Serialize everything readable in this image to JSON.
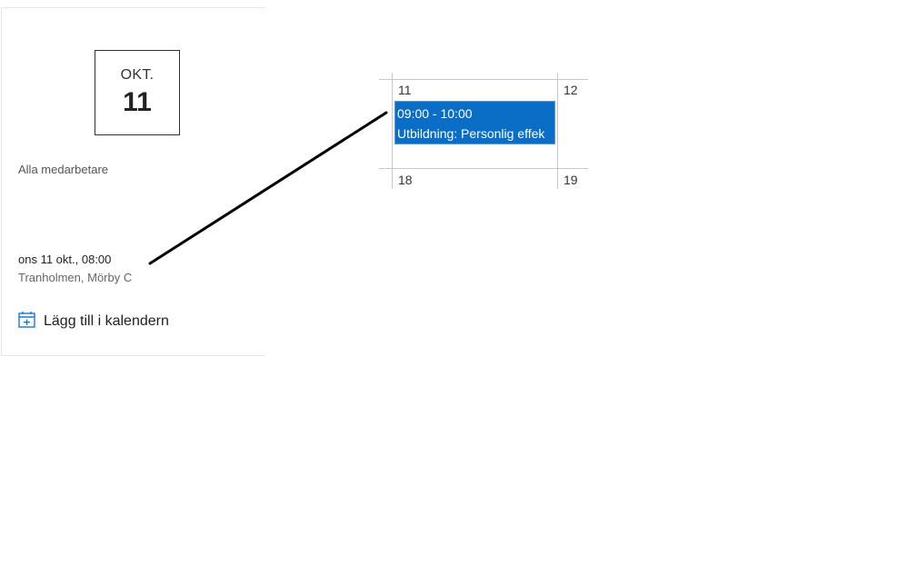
{
  "event_card": {
    "month": "OKT.",
    "day": "11",
    "audience": "Alla medarbetare",
    "datetime": "ons 11 okt., 08:00",
    "location": "Tranholmen, Mörby C",
    "add_to_calendar_label": "Lägg till i kalendern",
    "add_icon": "calendar-add-icon"
  },
  "calendar": {
    "days": [
      "11",
      "12",
      "18",
      "19"
    ],
    "event": {
      "time": "09:00 - 10:00",
      "title": "Utbildning: Personlig effek",
      "color": "#0a6ec7"
    }
  },
  "annotation": {
    "type": "connector-line",
    "color": "#000000"
  }
}
